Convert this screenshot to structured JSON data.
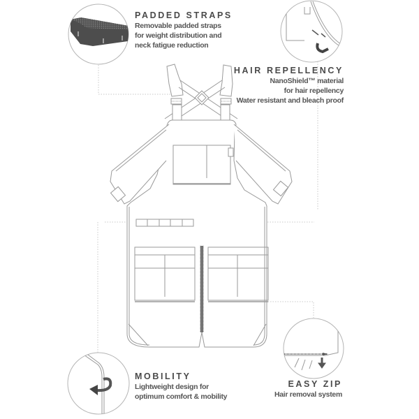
{
  "colors": {
    "text": "#4a4a4a",
    "outline": "#9a9a9a",
    "strap_dark": "#4d4d4d",
    "callout_circle": "#b5b5b5",
    "leader_dotted": "#c8c8c8"
  },
  "features": [
    {
      "id": "padded-straps",
      "icon": "padded-strap-icon",
      "title": "PADDED STRAPS",
      "lines": [
        "Removable padded straps",
        "for weight distribution and",
        "neck fatigue reduction"
      ]
    },
    {
      "id": "hair-repellency",
      "icon": "fabric-repel-icon",
      "title": "HAIR REPELLENCY",
      "lines": [
        "NanoShield™ material",
        "for hair repellency",
        "Water resistant and bleach proof"
      ]
    },
    {
      "id": "easy-zip",
      "icon": "zipper-icon",
      "title": "EASY ZIP",
      "lines": [
        "Hair removal system"
      ]
    },
    {
      "id": "mobility",
      "icon": "mobility-arrow-icon",
      "title": "MOBILITY",
      "lines": [
        "Lightweight design for",
        "optimum comfort & mobility"
      ]
    }
  ],
  "apron": {
    "chest_pocket_sections": 2,
    "tool_loops": 5,
    "lower_pockets": 2,
    "center_zipper": true,
    "side_buckles": 2,
    "strap_buckles": 2
  }
}
